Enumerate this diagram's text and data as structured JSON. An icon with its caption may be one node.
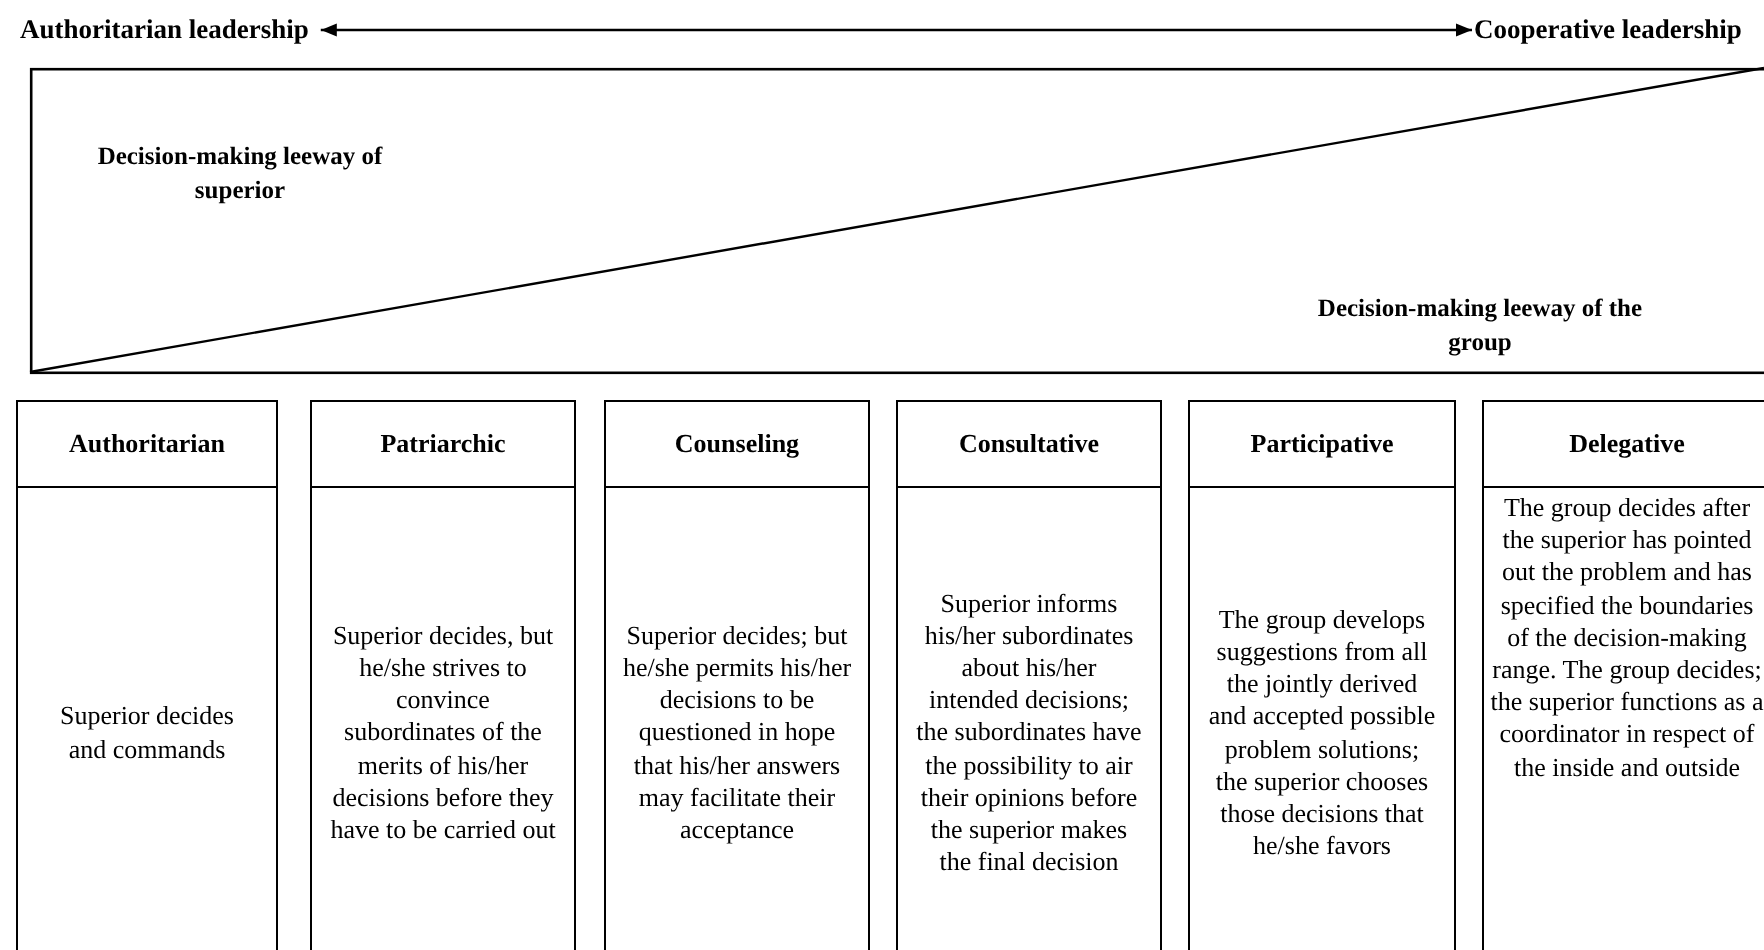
{
  "diagram": {
    "nodes": [
      {
        "text": [
          "Authoritarian leadership"
        ]
      },
      {
        "text": [
          "Cooperative leadership"
        ]
      },
      {
        "text": [
          "Decision-making leeway of superior",
          "Decision-making leeway of the group"
        ]
      },
      {
        "text": [
          "Authoritarian",
          "Superior decides and commands"
        ]
      },
      {
        "text": [
          "Patriarchic",
          "Superior decides, but he/she strives to convince subordinates of the merits of his/her decisions before they have to be carried out"
        ]
      },
      {
        "text": [
          "Counseling",
          "Superior decides; but he/she permits his/her decisions to be questioned in hope that his/her answers may facilitate their acceptance"
        ]
      },
      {
        "text": [
          "Consultative",
          "Superior informs his/her subordinates about his/her intended decisions; the subordinates have the possibility to air their opinions before the superior makes the final decision"
        ]
      },
      {
        "text": [
          "Participative",
          "The group develops suggestions from all the jointly derived and accepted possible problem solutions; the superior chooses those decisions that he/she favors"
        ]
      },
      {
        "text": [
          "Delegative",
          "The group decides after the superior has pointed out the problem and has specified the boundaries of the decision-making range. The group decides; the superior functions as a coordinator in respect of the inside and outside"
        ]
      }
    ],
    "edges": [
      {
        "from": 0,
        "to": 1,
        "arrow": "both"
      }
    ]
  }
}
